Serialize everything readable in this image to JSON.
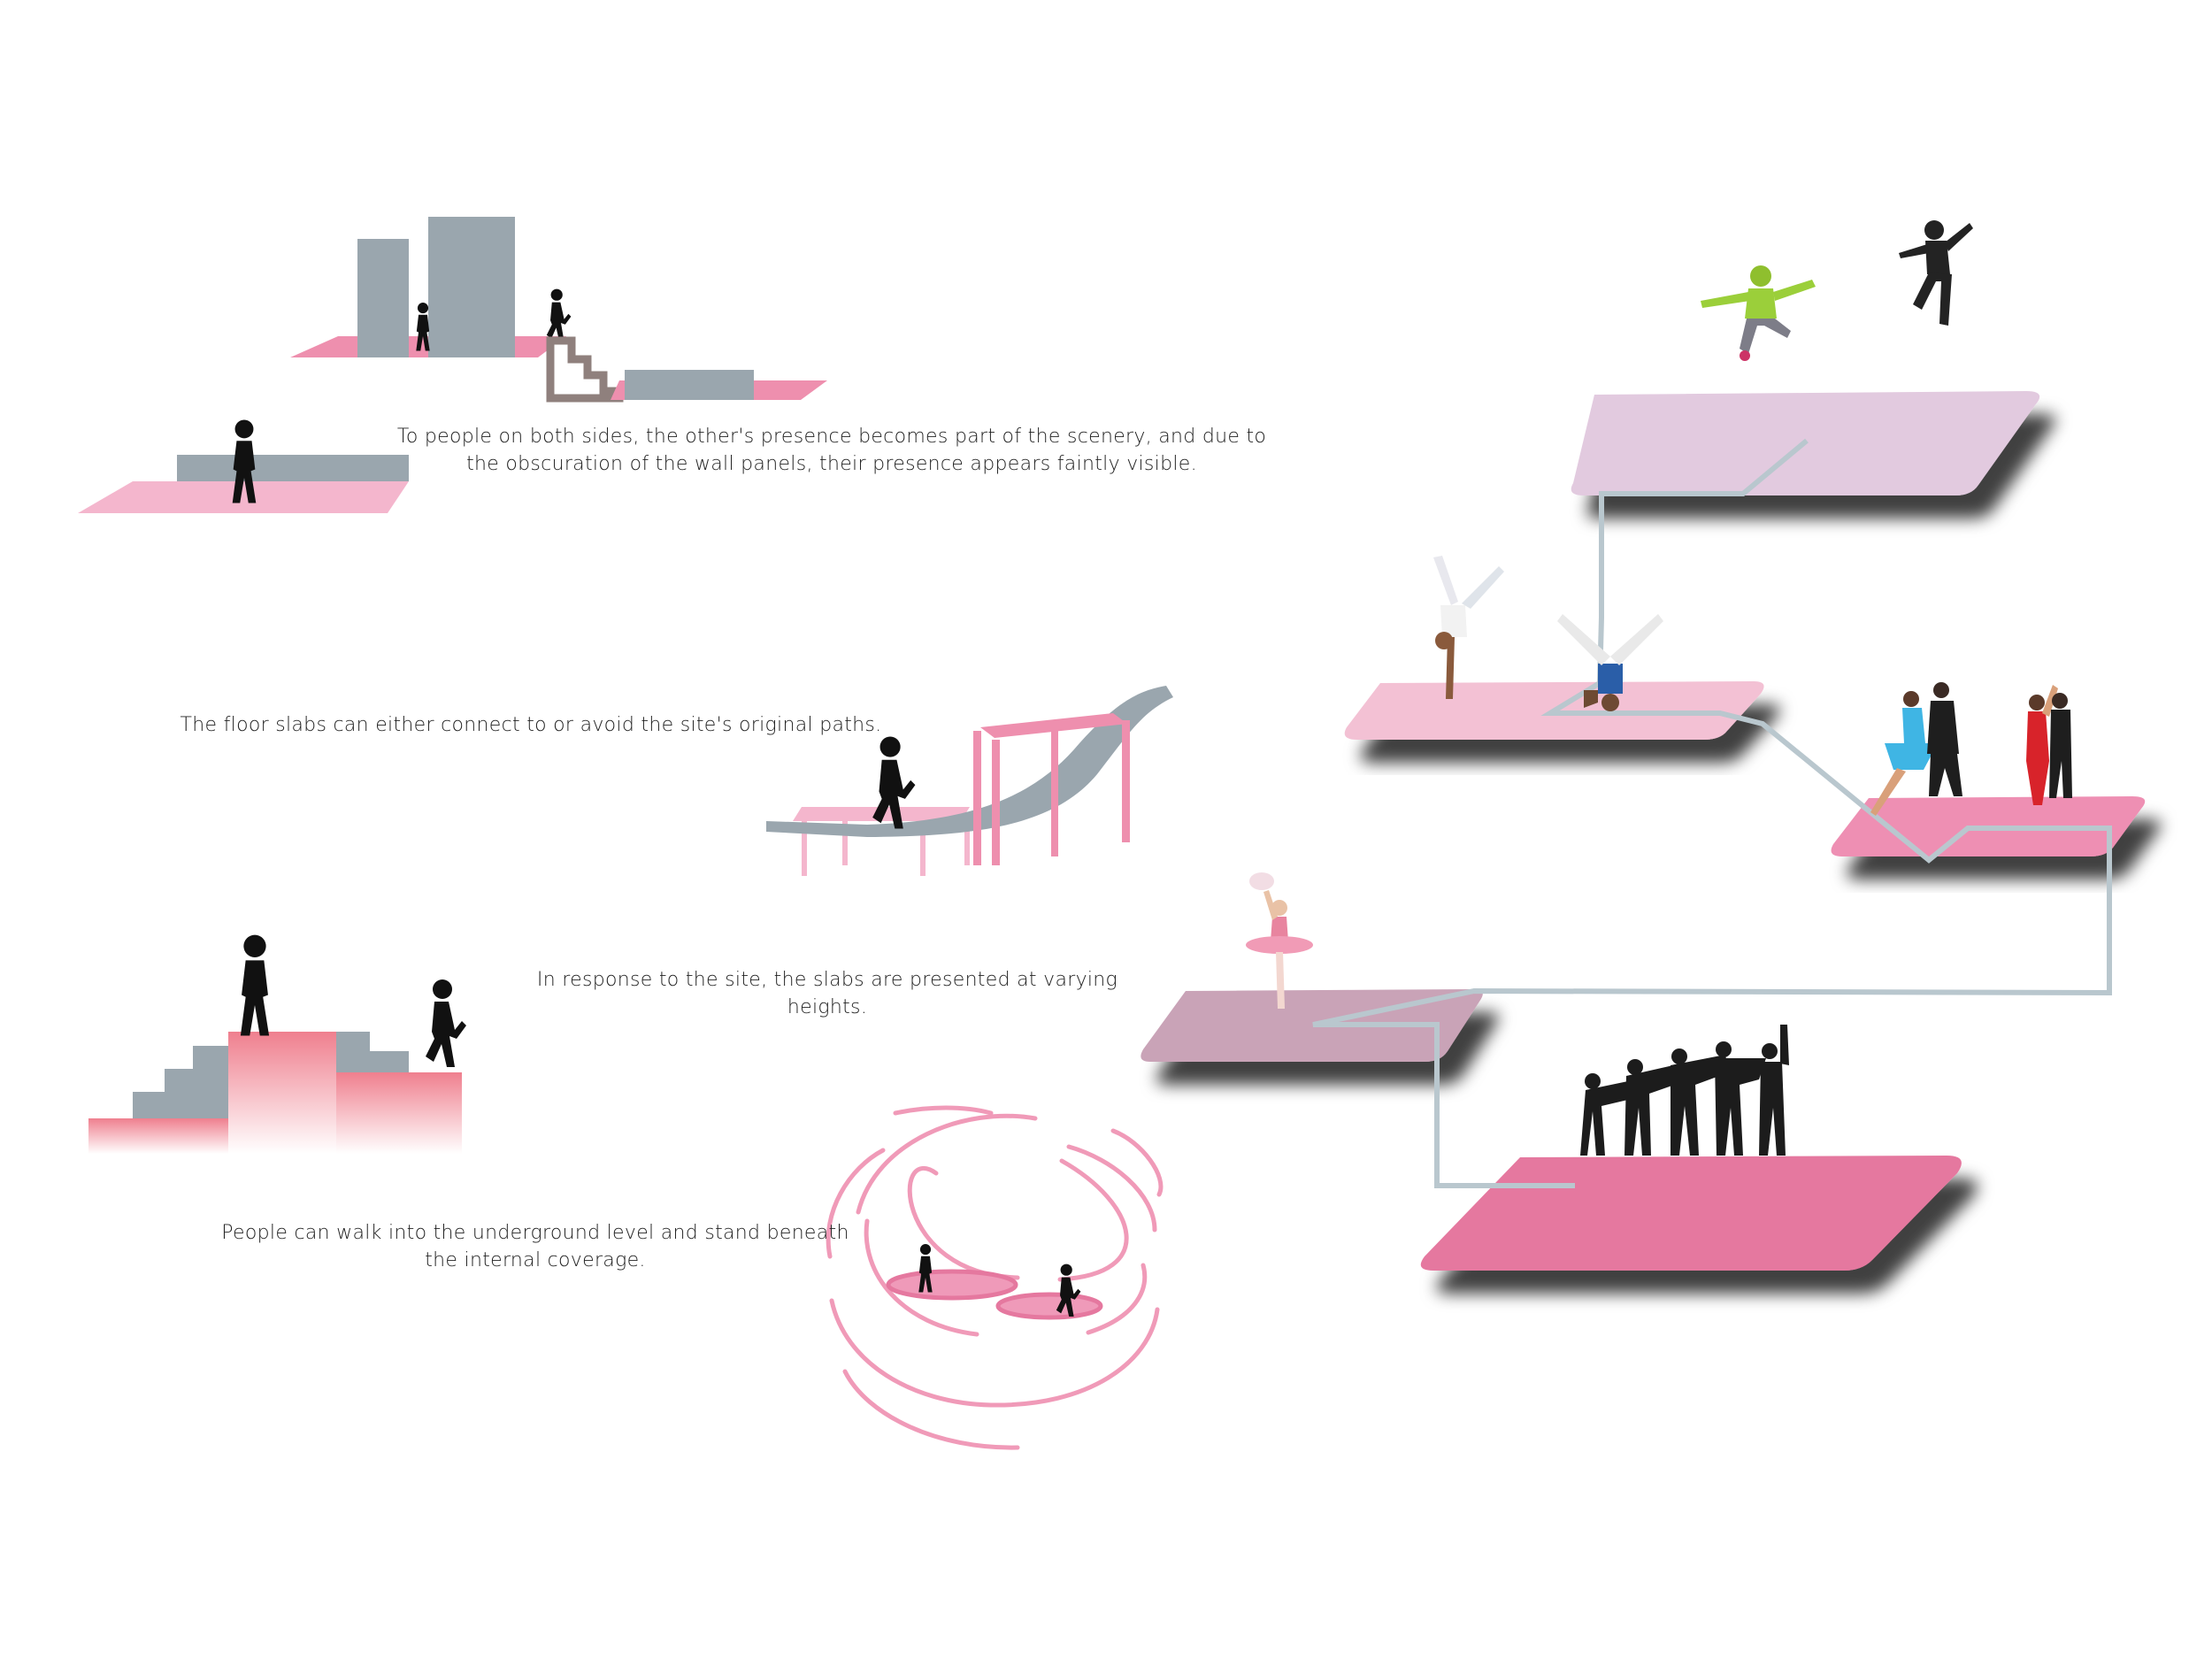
{
  "captions": {
    "wall_panels": "To people on both sides, the other's presence becomes part of the scenery, and due to the obscuration of the wall panels, their presence appears faintly visible.",
    "paths": "The floor slabs can either connect to or avoid the site's original paths.",
    "heights": "In response to the site, the slabs are presented at varying heights.",
    "underground": "People can walk into the underground level and stand beneath the internal coverage."
  },
  "colors": {
    "pink": "#ee8fae",
    "light_pink": "#f4b6cd",
    "hot_pink": "#e5789f",
    "grey": "#9aa6ae",
    "path_line": "#b9c7ce",
    "figure": "#111111",
    "stair_brown": "#8f807d"
  },
  "icons": {
    "person": "walking-person-icon"
  }
}
